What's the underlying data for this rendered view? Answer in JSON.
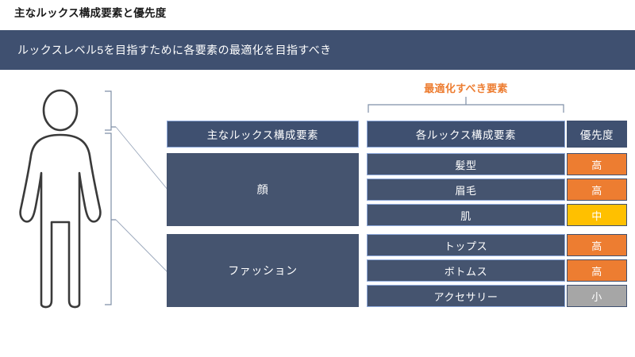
{
  "slide": {
    "title": "主なルックス構成要素と優先度",
    "banner_text": "ルックスレベル5を目指すために各要素の最適化を目指すべき"
  },
  "callout": {
    "optimize_label": "最適化すべき要素"
  },
  "figure": {
    "icon_name": "person-silhouette-icon"
  },
  "table": {
    "headers": {
      "main": "主なルックス構成要素",
      "sub": "各ルックス構成要素",
      "priority": "優先度"
    },
    "groups": [
      {
        "label": "顔"
      },
      {
        "label": "ファッション"
      }
    ],
    "rows": [
      {
        "sub": "髪型",
        "priority": "高"
      },
      {
        "sub": "眉毛",
        "priority": "高"
      },
      {
        "sub": "肌",
        "priority": "中"
      },
      {
        "sub": "トップス",
        "priority": "高"
      },
      {
        "sub": "ボトムス",
        "priority": "高"
      },
      {
        "sub": "アクセサリー",
        "priority": "小"
      }
    ]
  },
  "colors": {
    "banner_bg": "#3f5070",
    "cell_bg": "#45546f",
    "cell_border": "#8ea9db",
    "accent_orange": "#ED7D31",
    "priority_high": "#ED7D31",
    "priority_mid": "#FFC000",
    "priority_low": "#A6A6A6"
  }
}
